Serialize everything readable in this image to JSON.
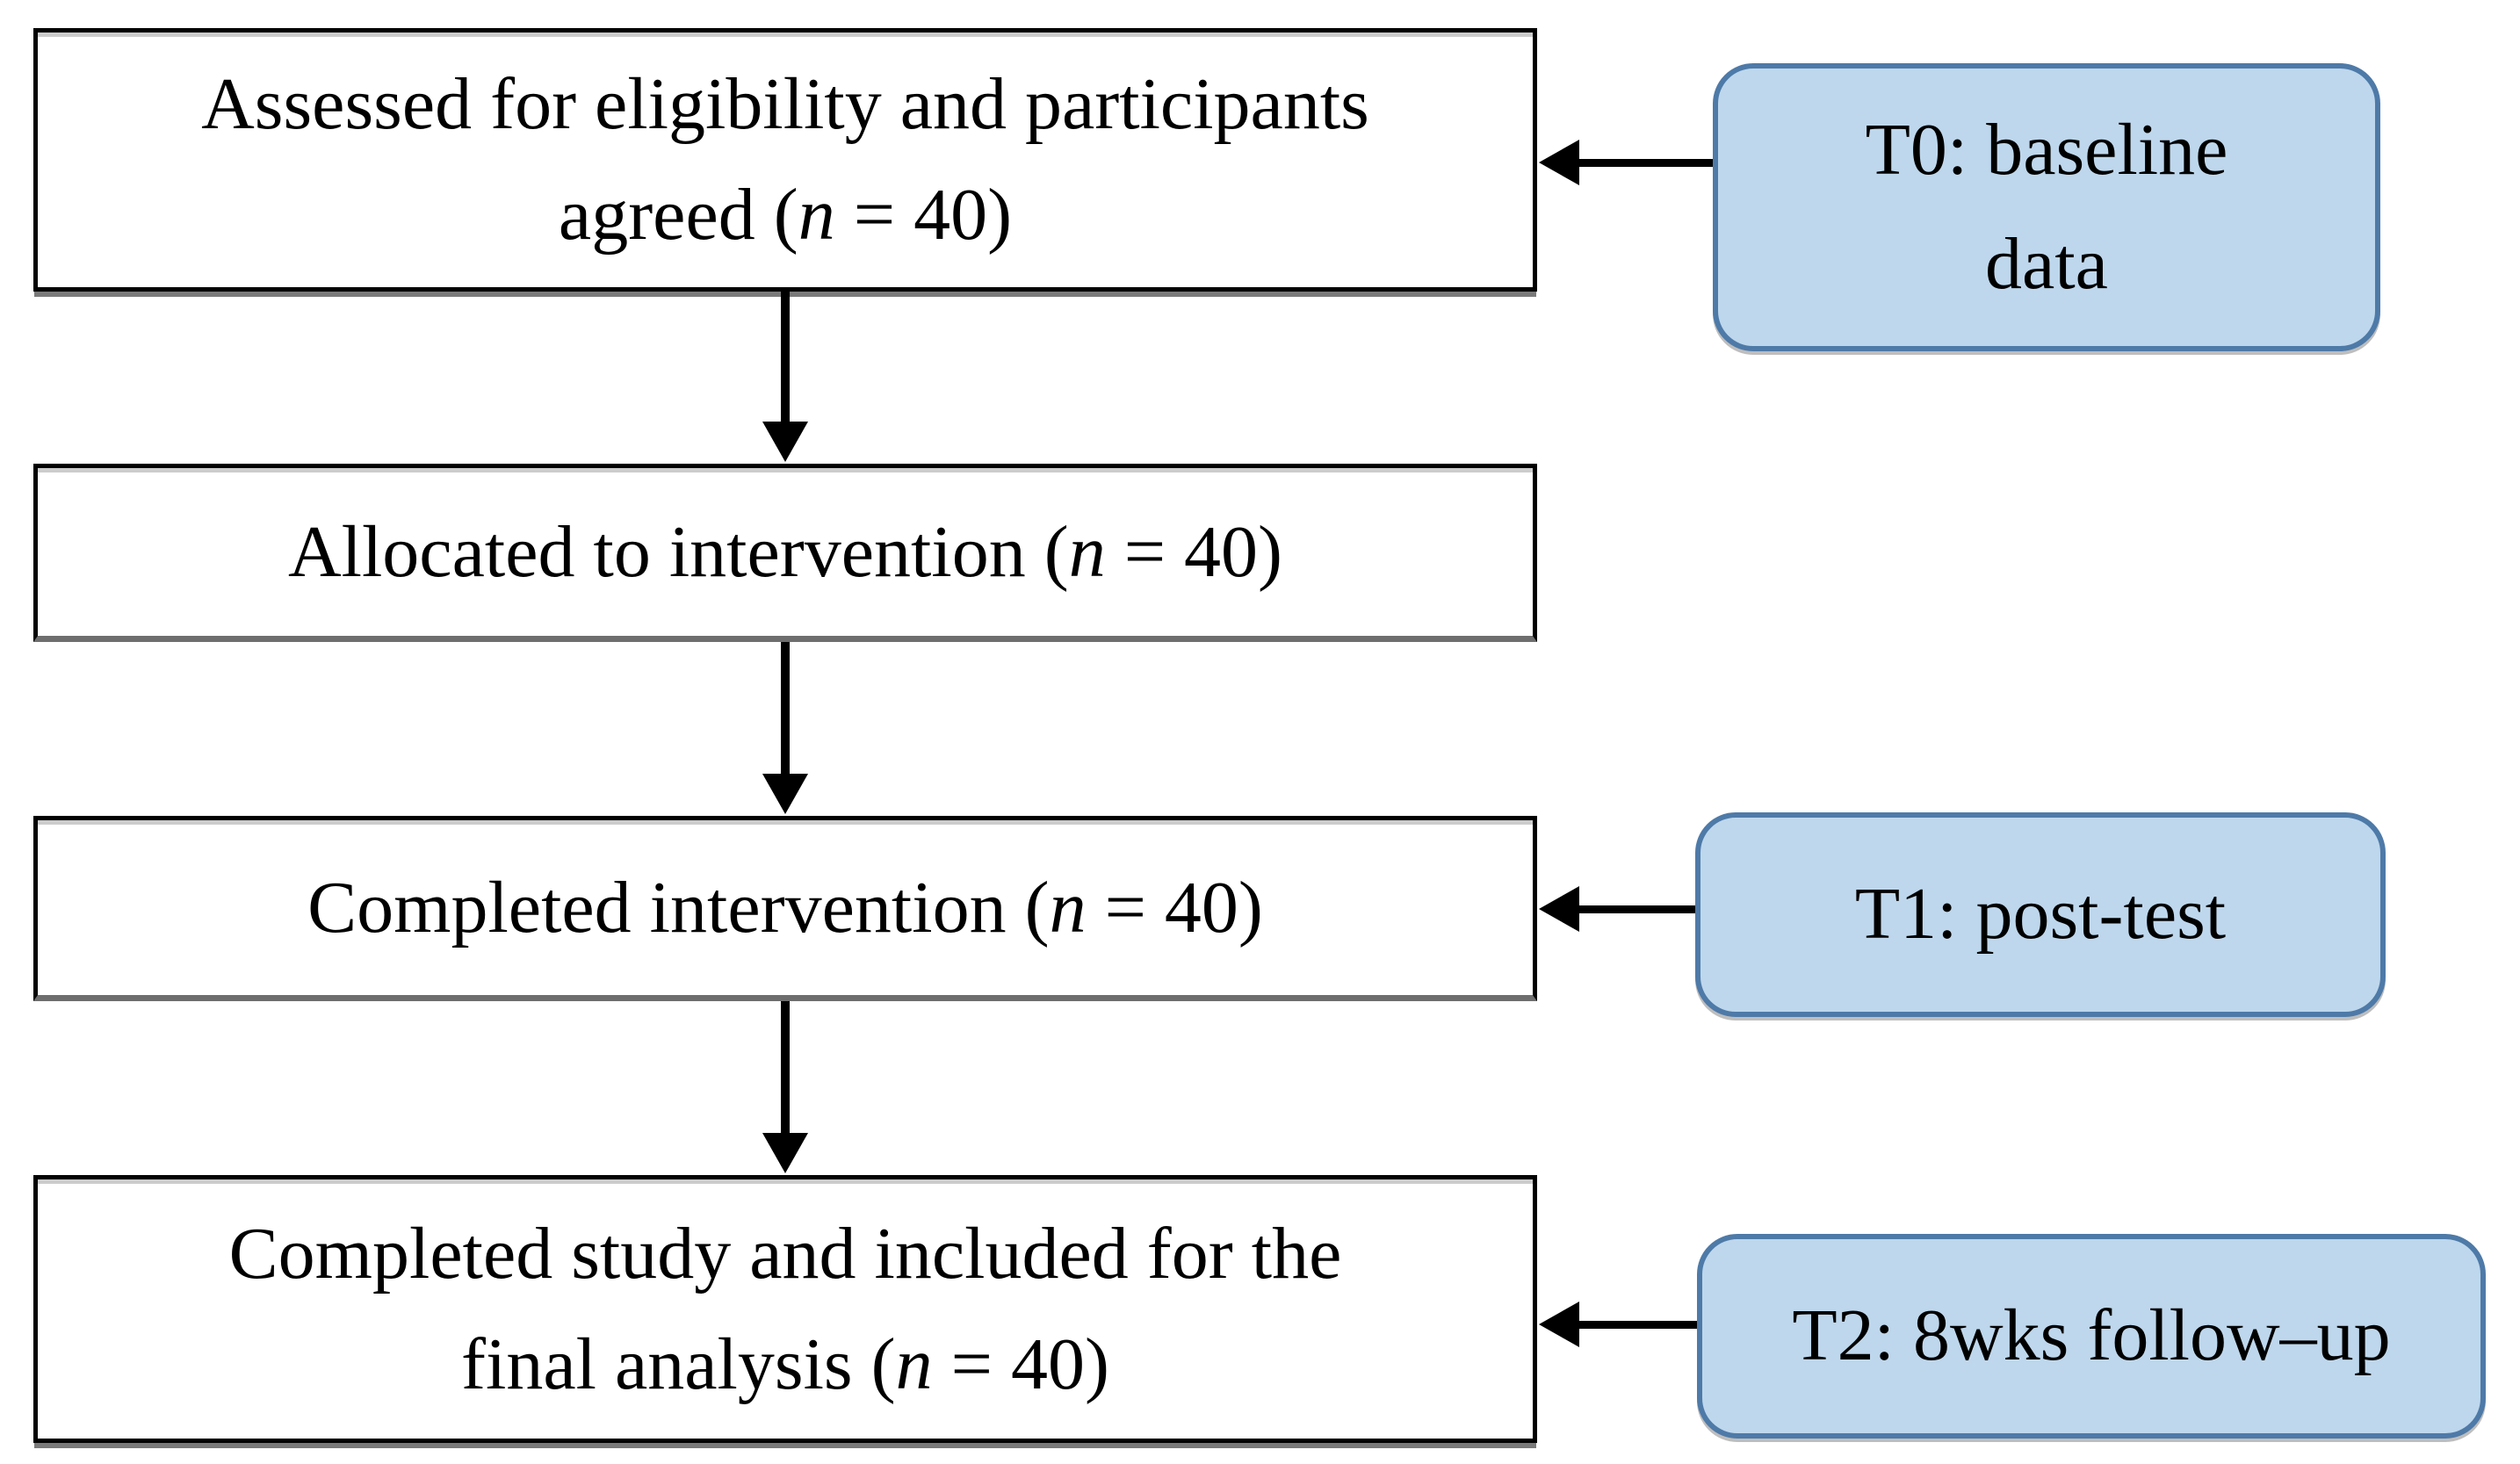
{
  "figure": {
    "type": "flowchart",
    "background": "#ffffff",
    "palette": {
      "process_fill": "#ffffff",
      "process_border": "#000000",
      "process_shadow": "#7a7a7a",
      "callout_fill": "#bed7ec",
      "callout_border": "#4e7aa8",
      "arrow_color": "#000000",
      "text_color": "#000000"
    },
    "process_boxes": [
      {
        "id": "assessed",
        "lines": [
          [
            {
              "t": "Assessed for eligibility and participants"
            }
          ],
          [
            {
              "t": "agreed ("
            },
            {
              "t": "n",
              "i": true
            },
            {
              "t": " = 40)"
            }
          ]
        ]
      },
      {
        "id": "allocated",
        "lines": [
          [
            {
              "t": "Allocated to intervention ("
            },
            {
              "t": "n",
              "i": true
            },
            {
              "t": " = 40)"
            }
          ]
        ]
      },
      {
        "id": "completed-intervention",
        "lines": [
          [
            {
              "t": "Completed intervention ("
            },
            {
              "t": "n",
              "i": true
            },
            {
              "t": " = 40)"
            }
          ]
        ]
      },
      {
        "id": "completed-study",
        "lines": [
          [
            {
              "t": "Completed study and included for the"
            }
          ],
          [
            {
              "t": "final analysis ("
            },
            {
              "t": "n",
              "i": true
            },
            {
              "t": " = 40)"
            }
          ]
        ]
      }
    ],
    "timepoint_callouts": [
      {
        "id": "t0",
        "lines": [
          [
            {
              "t": "T0: baseline"
            }
          ],
          [
            {
              "t": "data"
            }
          ]
        ]
      },
      {
        "id": "t1",
        "lines": [
          [
            {
              "t": "T1: post-test"
            }
          ]
        ]
      },
      {
        "id": "t2",
        "lines": [
          [
            {
              "t": "T2: 8wks follow–up"
            }
          ]
        ]
      }
    ]
  }
}
